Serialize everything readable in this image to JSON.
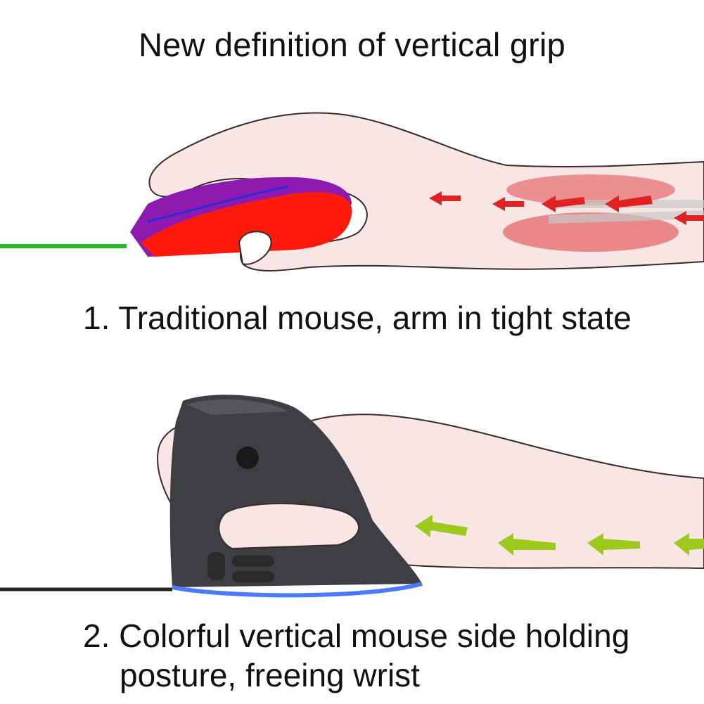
{
  "title": "New definition of vertical grip",
  "captions": {
    "traditional": "1. Traditional mouse, arm in tight state",
    "vertical_line1": "2. Colorful vertical mouse side holding",
    "vertical_line2": "posture, freeing wrist"
  },
  "colors": {
    "skin": "#f8e6e4",
    "skin_outline": "#3a2a2a",
    "muscle_tense": "#e0474c",
    "muscle_relaxed": "#9dc91d",
    "traditional_mouse_body": "#ff1a0c",
    "traditional_mouse_top": "#8e1ab0",
    "cable_green": "#22bb22",
    "vertical_mouse_body": "#3d3f42"
  },
  "icons": {
    "tense_arrows": "arrow-left-red-icon",
    "relaxed_arrows": "arrow-left-green-icon"
  }
}
